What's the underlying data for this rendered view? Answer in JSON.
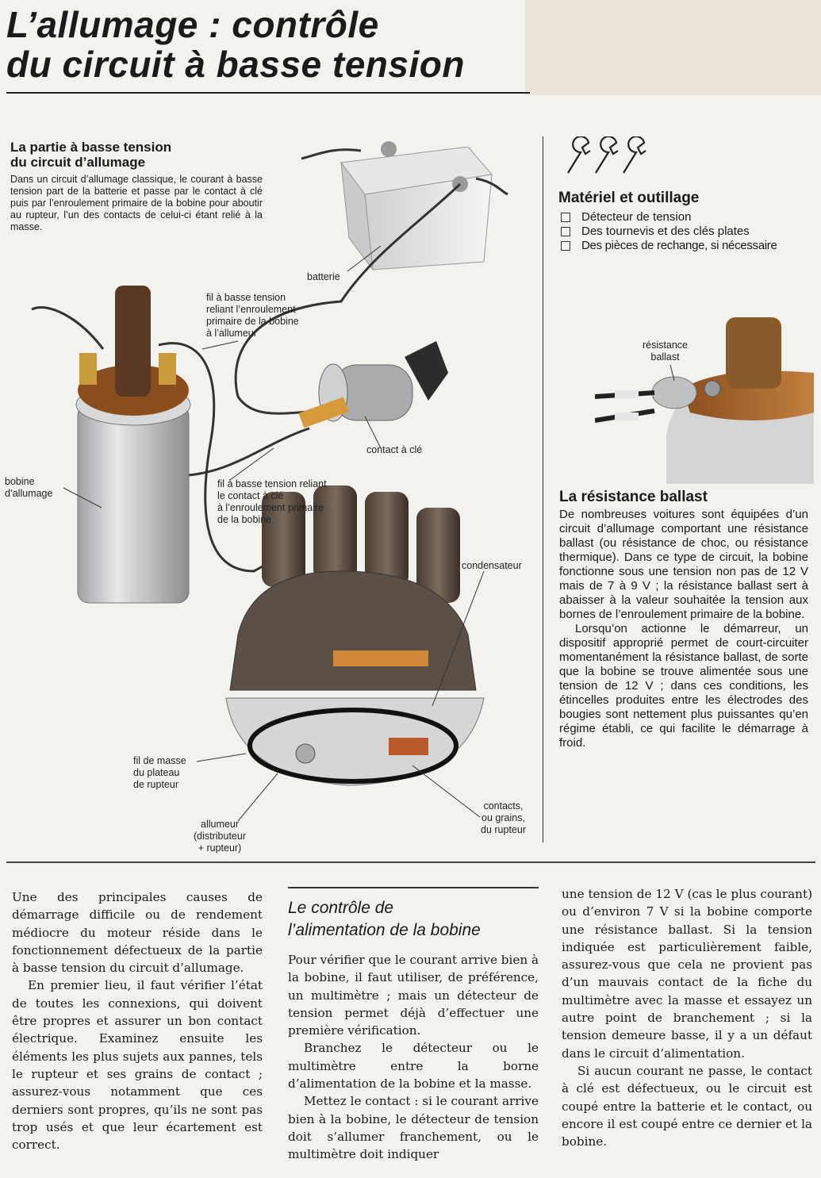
{
  "title_line1": "L’allumage : contrôle",
  "title_line2": "du circuit à basse tension",
  "intro": {
    "heading_line1": "La partie à basse tension",
    "heading_line2": "du circuit d’allumage",
    "text": "Dans un circuit d’allumage classique, le courant à basse tension part de la batterie et passe par le contact à clé puis par l’enroulement primaire de la bobine pour aboutir au rupteur, l’un des contacts de celui-ci étant relié à la masse."
  },
  "labels": {
    "batterie": "batterie",
    "fil1": "fil à basse tension\nreliant l’enroulement\nprimaire de la bobine\nà l’allumeur",
    "contact": "contact à clé",
    "bobine": "bobine\nd’allumage",
    "fil2": "fil à basse tension reliant\nle contact à clé\nà l’enroulement primaire\nde la bobine",
    "condensateur": "condensateur",
    "masse": "fil de masse\ndu plateau\nde rupteur",
    "allumeur": "allumeur\n(distributeur\n+ rupteur)",
    "contacts": "contacts,\nou grains,\ndu rupteur",
    "resistance": "résistance\nballast"
  },
  "tools": {
    "heading": "Matériel et outillage",
    "items": [
      "Détecteur de tension",
      "Des tournevis et des clés plates",
      "Des pièces de rechange, si nécessaire"
    ]
  },
  "ballast": {
    "heading": "La résistance ballast",
    "p1": "De nombreuses voitures sont équipées d’un circuit d’allumage comportant une résistance ballast (ou résistance de choc, ou résistance thermique). Dans ce type de circuit, la bobine fonctionne sous une tension non pas de 12 V mais de 7 à 9 V ; la résistance ballast sert à abaisser à la valeur souhaitée la tension aux bornes de l’enroulement primaire de la bobine.",
    "p2": "Lorsqu’on actionne le démarreur, un dispositif approprié permet de court-circuiter momentanément la résistance ballast, de sorte que la bobine se trouve alimentée sous une tension de 12 V ; dans ces conditions, les étincelles produites entre les électrodes des bougies sont nettement plus puissantes qu’en régime établi, ce qui facilite le démarrage à froid."
  },
  "col1": {
    "p1": "Une des principales causes de démarrage difficile ou de rendement médiocre du moteur réside dans le fonctionnement défectueux de la partie à basse tension du circuit d’allumage.",
    "p2": "En premier lieu, il faut vérifier l’état de toutes les connexions, qui doivent être propres et assurer un bon contact électrique. Examinez ensuite les éléments les plus sujets aux pannes, tels le rupteur et ses grains de contact ; assurez-vous notamment que ces derniers sont propres, qu’ils ne sont pas trop usés et que leur écartement est correct."
  },
  "col2": {
    "heading_line1": "Le contrôle de",
    "heading_line2": "l’alimentation de la bobine",
    "p1": "Pour vérifier que le courant arrive bien à la bobine, il faut utiliser, de préférence, un multimètre ; mais un détecteur de tension permet déjà d’effectuer une première vérification.",
    "p2": "Branchez le détecteur ou le multimètre entre la borne d’alimentation de la bobine et la masse.",
    "p3": "Mettez le contact : si le courant arrive bien à la bobine, le détecteur de tension doit s’allumer franchement, ou le multimètre doit indiquer"
  },
  "col3": {
    "p1": "une tension de 12 V (cas le plus courant) ou d’environ 7 V si la bobine comporte une résistance ballast. Si la tension indiquée est particulièrement faible, assurez-vous que cela ne provient pas d’un mauvais contact de la fiche du multimètre avec la masse et essayez un autre point de branchement ; si la tension demeure basse, il y a un défaut dans le circuit d’alimentation.",
    "p2": "Si aucun courant ne passe, le contact à clé est défectueux, ou le circuit est coupé entre la batterie et le contact, ou encore il est coupé entre ce dernier et la bobine."
  }
}
